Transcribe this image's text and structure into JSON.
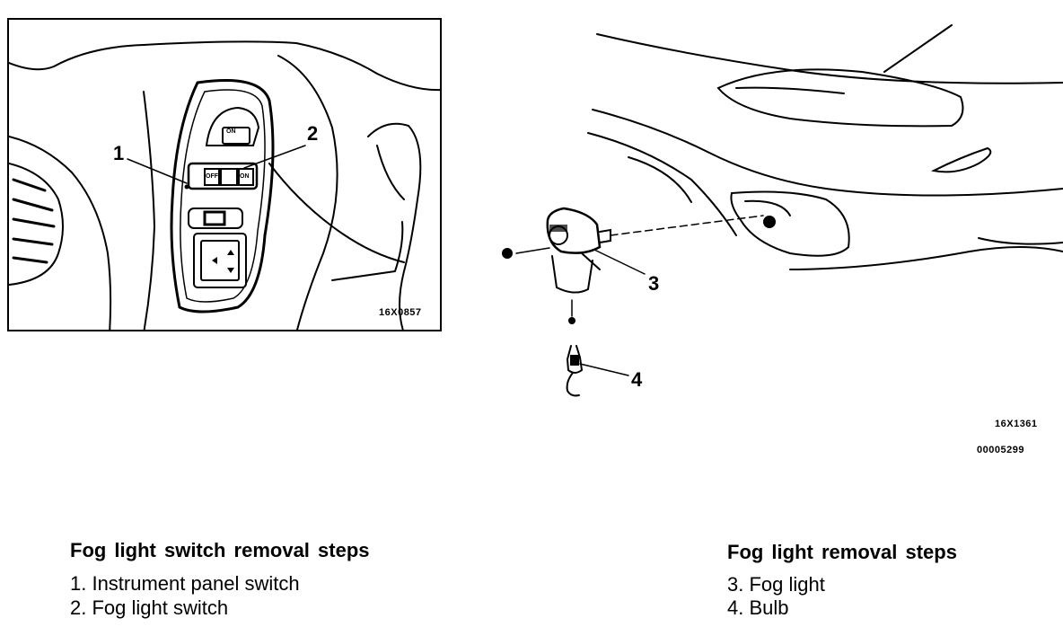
{
  "figure_left": {
    "callouts": [
      "1",
      "2"
    ],
    "code": "16X0857",
    "switch_labels": {
      "upper": "ON",
      "fog_off": "OFF",
      "fog_on": "ON"
    }
  },
  "figure_right": {
    "callouts": [
      "3",
      "4"
    ],
    "code_1": "16X1361",
    "code_2": "00005299"
  },
  "left_section": {
    "heading": "Fog light switch removal steps",
    "steps": [
      "1. Instrument panel switch",
      "2. Fog light switch"
    ]
  },
  "right_section": {
    "heading": "Fog light removal steps",
    "steps": [
      "3. Fog light",
      "4. Bulb"
    ]
  }
}
